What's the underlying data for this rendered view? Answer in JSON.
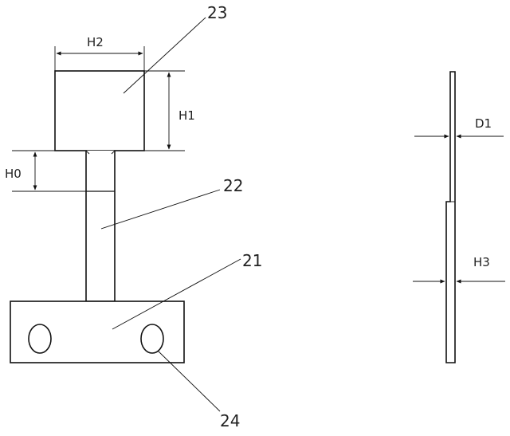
{
  "labels": {
    "part_23": "23",
    "part_22": "22",
    "part_21": "21",
    "part_24": "24"
  },
  "dimensions": {
    "h2": "H2",
    "h1": "H1",
    "h0": "H0",
    "d1": "D1",
    "h3": "H3"
  },
  "colors": {
    "stroke": "#111111",
    "background": "#ffffff"
  }
}
